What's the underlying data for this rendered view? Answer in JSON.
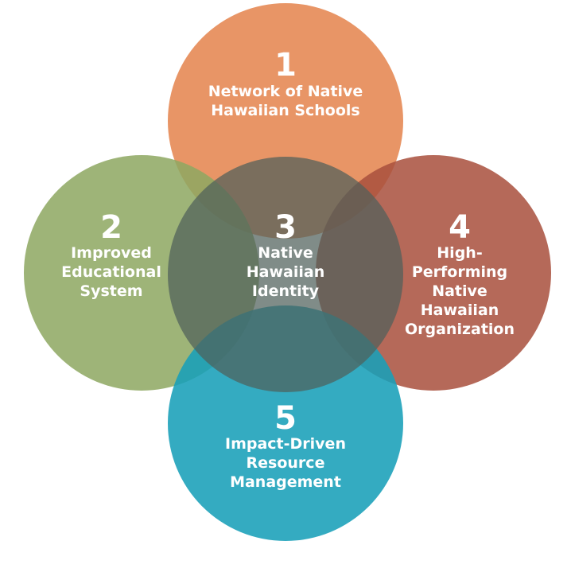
{
  "circles": [
    {
      "number": "1",
      "label_lines": [
        "Network of Native",
        "Hawaiian Schools"
      ],
      "color": "#E58651"
    },
    {
      "number": "2",
      "label_lines": [
        "Improved",
        "Educational",
        "System"
      ],
      "color": "#8EA862"
    },
    {
      "number": "4",
      "label_lines": [
        "High-",
        "Performing",
        "Native",
        "Hawaiian",
        "Organization"
      ],
      "color": "#A9503E"
    },
    {
      "number": "5",
      "label_lines": [
        "Impact-Driven",
        "Resource",
        "Management"
      ],
      "color": "#189FB8"
    },
    {
      "number": "3",
      "label_lines": [
        "Native",
        "Hawaiian",
        "Identity"
      ],
      "color": "#4F5F5A"
    }
  ]
}
